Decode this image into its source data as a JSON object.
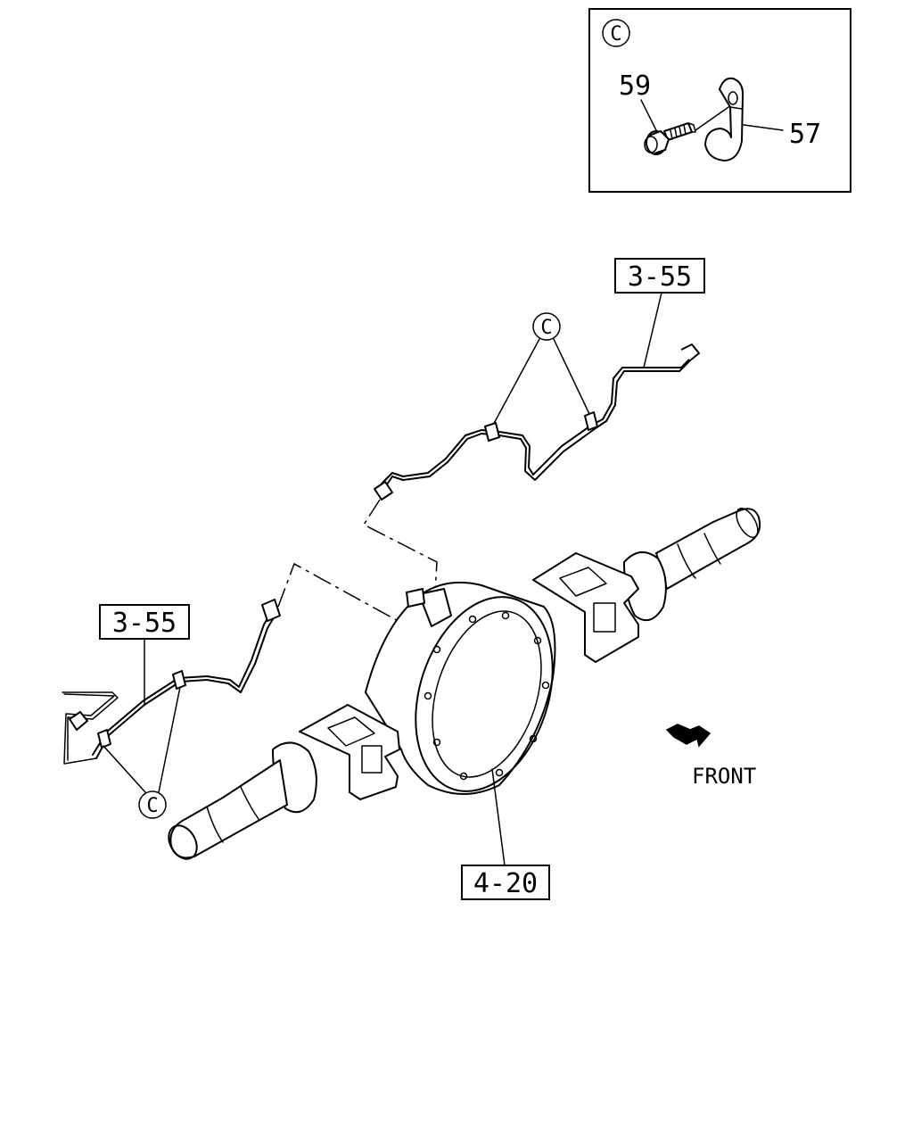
{
  "callouts": {
    "ref_top": "3-55",
    "ref_left": "3-55",
    "ref_axle": "4-20",
    "part_bolt": "59",
    "part_clip": "57"
  },
  "markers": {
    "detail": "C",
    "clips_top": "C",
    "clips_bottom": "C"
  },
  "direction": {
    "label": "FRONT"
  }
}
